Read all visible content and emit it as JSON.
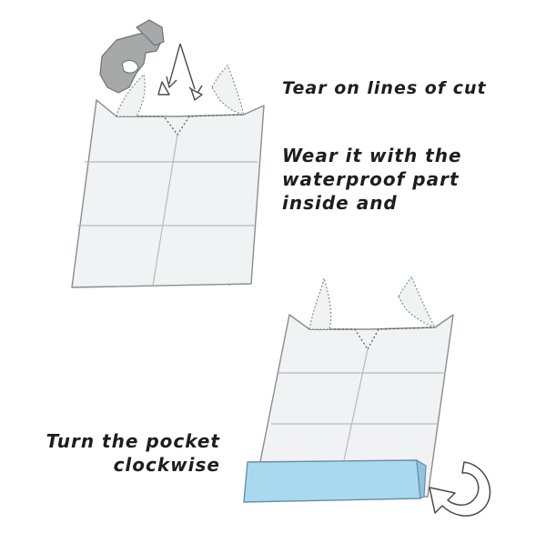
{
  "steps": {
    "tear": {
      "text": "Tear on lines of cut"
    },
    "wear": {
      "lines": [
        "Wear it with the",
        "waterproof part",
        "inside and"
      ]
    },
    "turn": {
      "lines": [
        "Turn the pocket",
        "clockwise"
      ]
    }
  },
  "colors": {
    "sheet_fill": "#f1f2f4",
    "sheet_stroke": "#8a8d91",
    "fold_line": "#b6b9bd",
    "pocket_fill": "#a9d9ef",
    "pocket_stroke": "#6b8fa3",
    "hand_fill": "#a7a8aa",
    "text": "#1e1e1e"
  },
  "icons": [
    "hand-pinch-icon",
    "tear-arrows-icon",
    "clockwise-curved-arrow-icon"
  ]
}
